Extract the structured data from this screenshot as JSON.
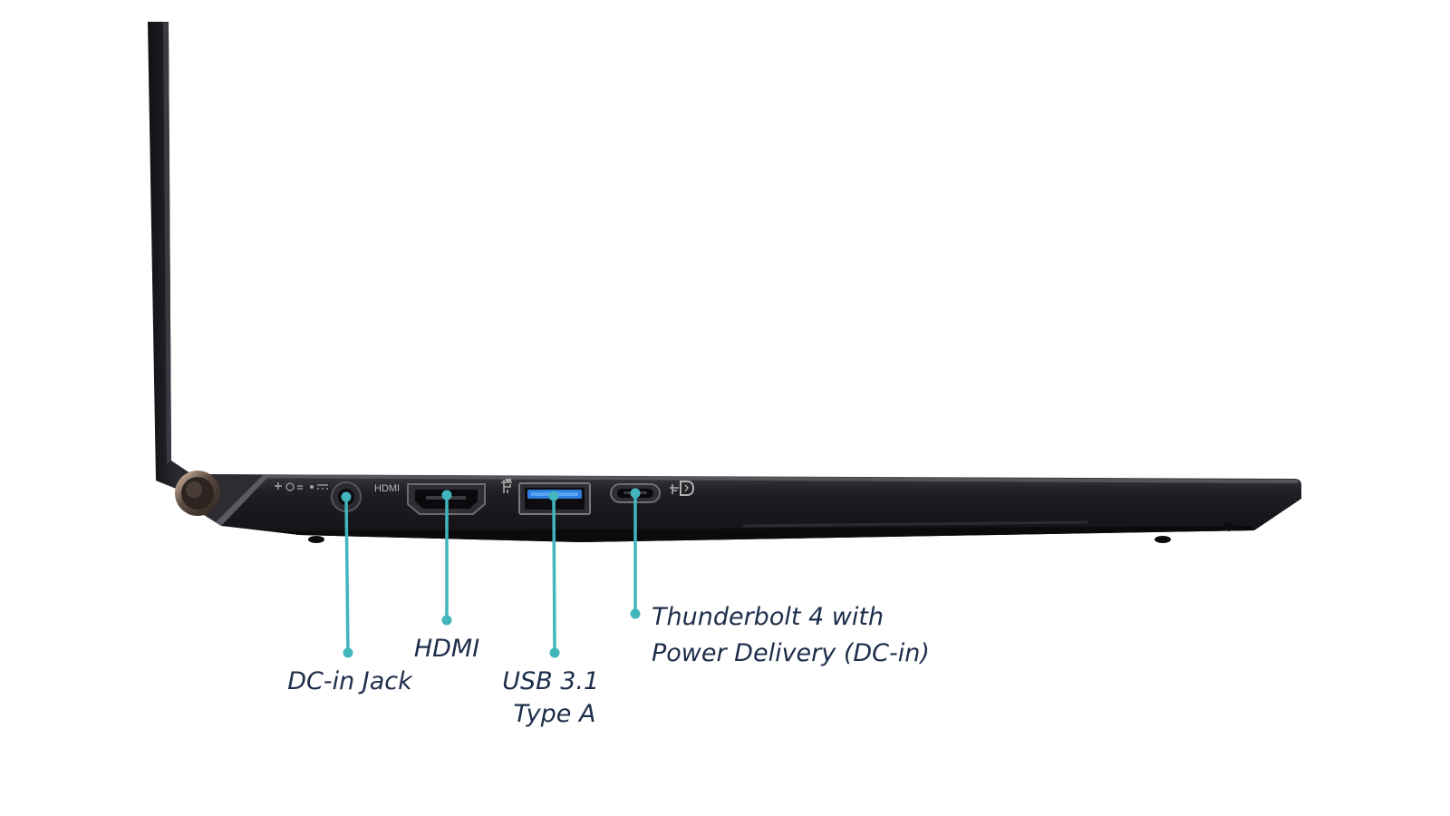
{
  "port_print": {
    "hdmi": "HDMI"
  },
  "callouts": [
    {
      "id": "dc-in",
      "lines": [
        "DC-in Jack"
      ]
    },
    {
      "id": "hdmi",
      "lines": [
        "HDMI"
      ]
    },
    {
      "id": "usb",
      "lines": [
        "USB 3.1",
        "Type A"
      ]
    },
    {
      "id": "thunderbolt",
      "lines": [
        "Thunderbolt 4 with",
        "Power Delivery (DC-in)"
      ]
    }
  ],
  "colors": {
    "leader": "#43b5bd",
    "label_text": "#1d2d4a",
    "laptop_body": "#1e1e22",
    "usb_accent": "#2d7fe0"
  }
}
